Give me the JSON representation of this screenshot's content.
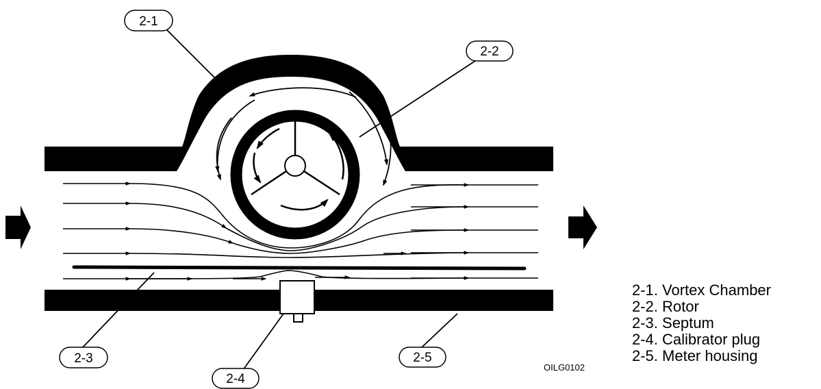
{
  "colors": {
    "ink": "#000000",
    "paper": "#ffffff"
  },
  "callouts": [
    {
      "id": "2-1",
      "label": "2-1"
    },
    {
      "id": "2-2",
      "label": "2-2"
    },
    {
      "id": "2-3",
      "label": "2-3"
    },
    {
      "id": "2-4",
      "label": "2-4"
    },
    {
      "id": "2-5",
      "label": "2-5"
    }
  ],
  "figure_id": "OILG0102",
  "legend": [
    {
      "text": "2-1. Vortex Chamber"
    },
    {
      "text": "2-2. Rotor"
    },
    {
      "text": "2-3. Septum"
    },
    {
      "text": "2-4. Calibrator plug"
    },
    {
      "text": "2-5. Meter housing"
    }
  ],
  "icons": {
    "inlet": "inlet-arrow-icon",
    "outlet": "outlet-arrow-icon"
  }
}
